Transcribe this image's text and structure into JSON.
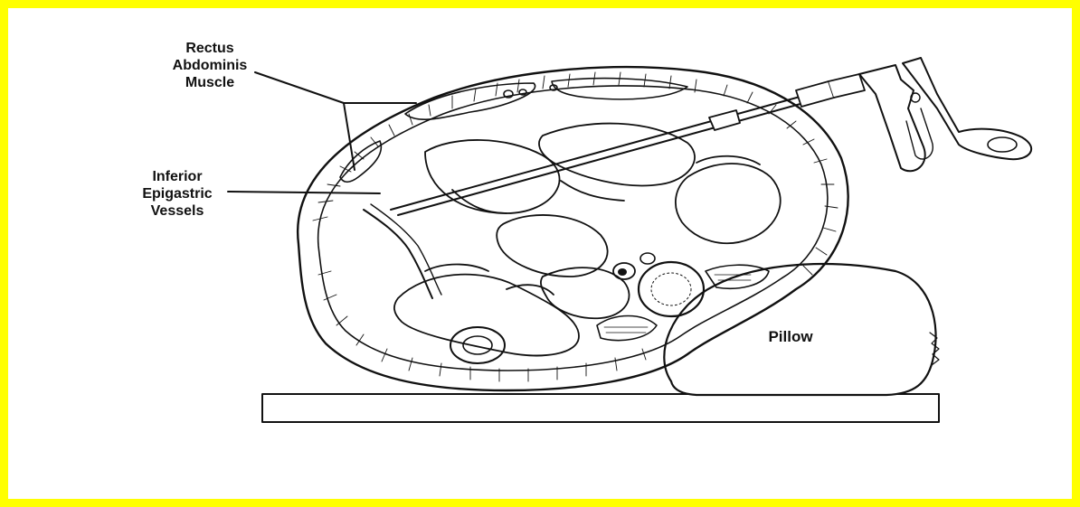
{
  "frame": {
    "border_color": "#ffff00",
    "background": "#ffffff",
    "ink": "#111111"
  },
  "labels": {
    "rectus": [
      "Rectus",
      "Abdominis",
      "Muscle"
    ],
    "inferior": [
      "Inferior",
      "Epigastric",
      "Vessels"
    ],
    "pillow": "Pillow"
  },
  "icons": {
    "instrument": "laparoscopic-grasper-icon"
  }
}
